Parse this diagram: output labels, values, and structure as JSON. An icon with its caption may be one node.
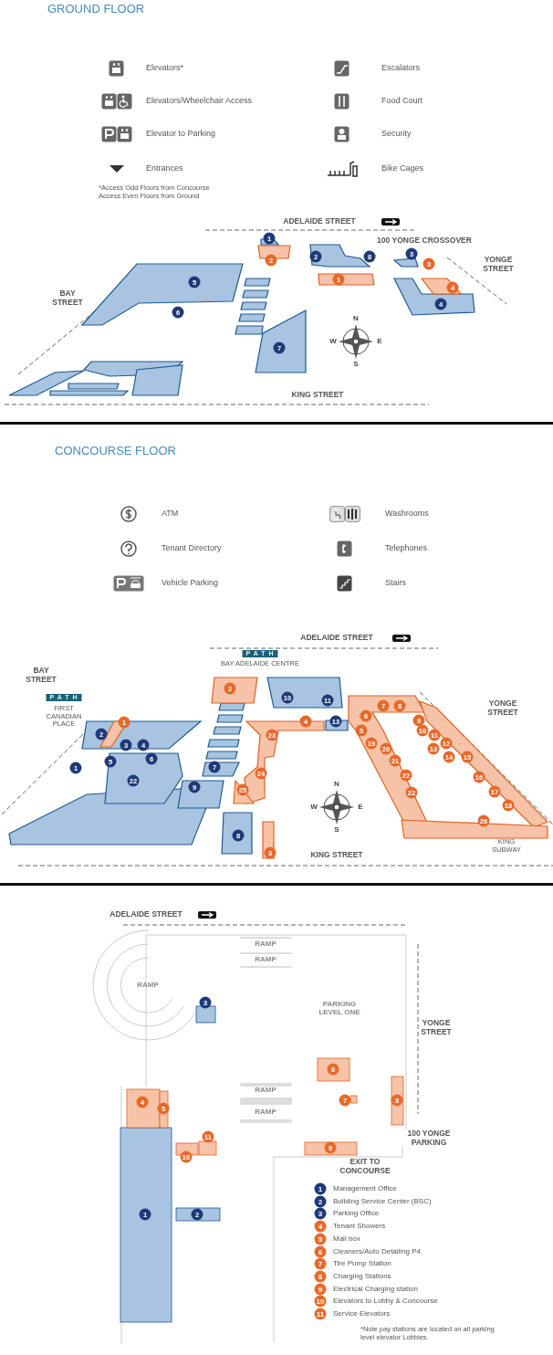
{
  "diagram": {
    "labels": [
      "GROUND FLOOR",
      "*Access Odd Floors from Concourse Access Even Floors from Ground",
      "ADELAIDE STREET",
      "1",
      "2",
      "100 YONGE CROSSOVER",
      "2",
      "8",
      "3",
      "3",
      "YONGE STREET",
      "5",
      "1",
      "4",
      "BAY STREET",
      "4",
      "6",
      "N",
      "W",
      "E",
      "7",
      "S",
      "KING STREET",
      "CONCOURSE FLOOR",
      "ADELAIDE STREET",
      "PATH",
      "BAY ADELAIDE CENTRE",
      "BAY STREET",
      "2",
      "PATH",
      "10",
      "11",
      "7",
      "8",
      "YONGE STREET",
      "FIRST CANADIAN PLACE",
      "1",
      "4",
      "13",
      "6",
      "9",
      "2",
      "23",
      "5",
      "10",
      "11",
      "3",
      "4",
      "19",
      "20",
      "13",
      "12",
      "5",
      "6",
      "21",
      "14",
      "15",
      "1",
      "7",
      "24",
      "22",
      "16",
      "22",
      "9",
      "25",
      "N",
      "22",
      "17",
      "W",
      "E",
      "18",
      "26",
      "8",
      "S",
      "3",
      "KING STREET",
      "KING SUBWAY",
      "ADELAIDE STREET",
      "RAMP",
      "RAMP",
      "RAMP",
      "3",
      "PARKING LEVEL ONE",
      "YONGE STREET",
      "6",
      "RAMP",
      "4",
      "5",
      "RAMP",
      "7",
      "8",
      "11",
      "9",
      "100 YONGE PARKING",
      "10",
      "EXIT TO CONCOURSE",
      "1",
      "2",
      "1",
      "2",
      "3",
      "4",
      "5",
      "6",
      "7",
      "8",
      "9",
      "10",
      "11",
      "*Note pay stations are located on all parking level elevator Lobbies."
    ],
    "legend": [
      {
        "text": "Elevators*"
      },
      {
        "text": "Escalators"
      },
      {
        "text": "Elevators/Wheelchair Access"
      },
      {
        "text": "Food Court"
      },
      {
        "text": "Elevator to Parking"
      },
      {
        "text": "Security"
      },
      {
        "text": "Entrances"
      },
      {
        "text": "Bike Cages"
      },
      {
        "text": "ATM"
      },
      {
        "text": "Washrooms"
      },
      {
        "text": "Tenant Directory"
      },
      {
        "text": "Telephones"
      },
      {
        "text": "Vehicle Parking"
      },
      {
        "text": "Stairs"
      },
      {
        "text": "Management Office",
        "color": "#1f3a7a"
      },
      {
        "text": "Building Service Center (BSC)",
        "color": "#1f3a7a"
      },
      {
        "text": "Parking Office",
        "color": "#1f3a7a"
      },
      {
        "text": "Tenant Showers",
        "color": "#e8692a"
      },
      {
        "text": "Mail box",
        "color": "#e8692a"
      },
      {
        "text": "Cleaners/Auto Detailing P4",
        "color": "#e8692a"
      },
      {
        "text": "Tire Pump Station",
        "color": "#e8692a"
      },
      {
        "text": "Charging Stations",
        "color": "#e8692a"
      },
      {
        "text": "Electrical Charging station",
        "color": "#e8692a"
      },
      {
        "text": "Elevators to Lobby & Concourse",
        "color": "#e8692a"
      },
      {
        "text": "Service Elevators",
        "color": "#e8692a"
      }
    ]
  }
}
